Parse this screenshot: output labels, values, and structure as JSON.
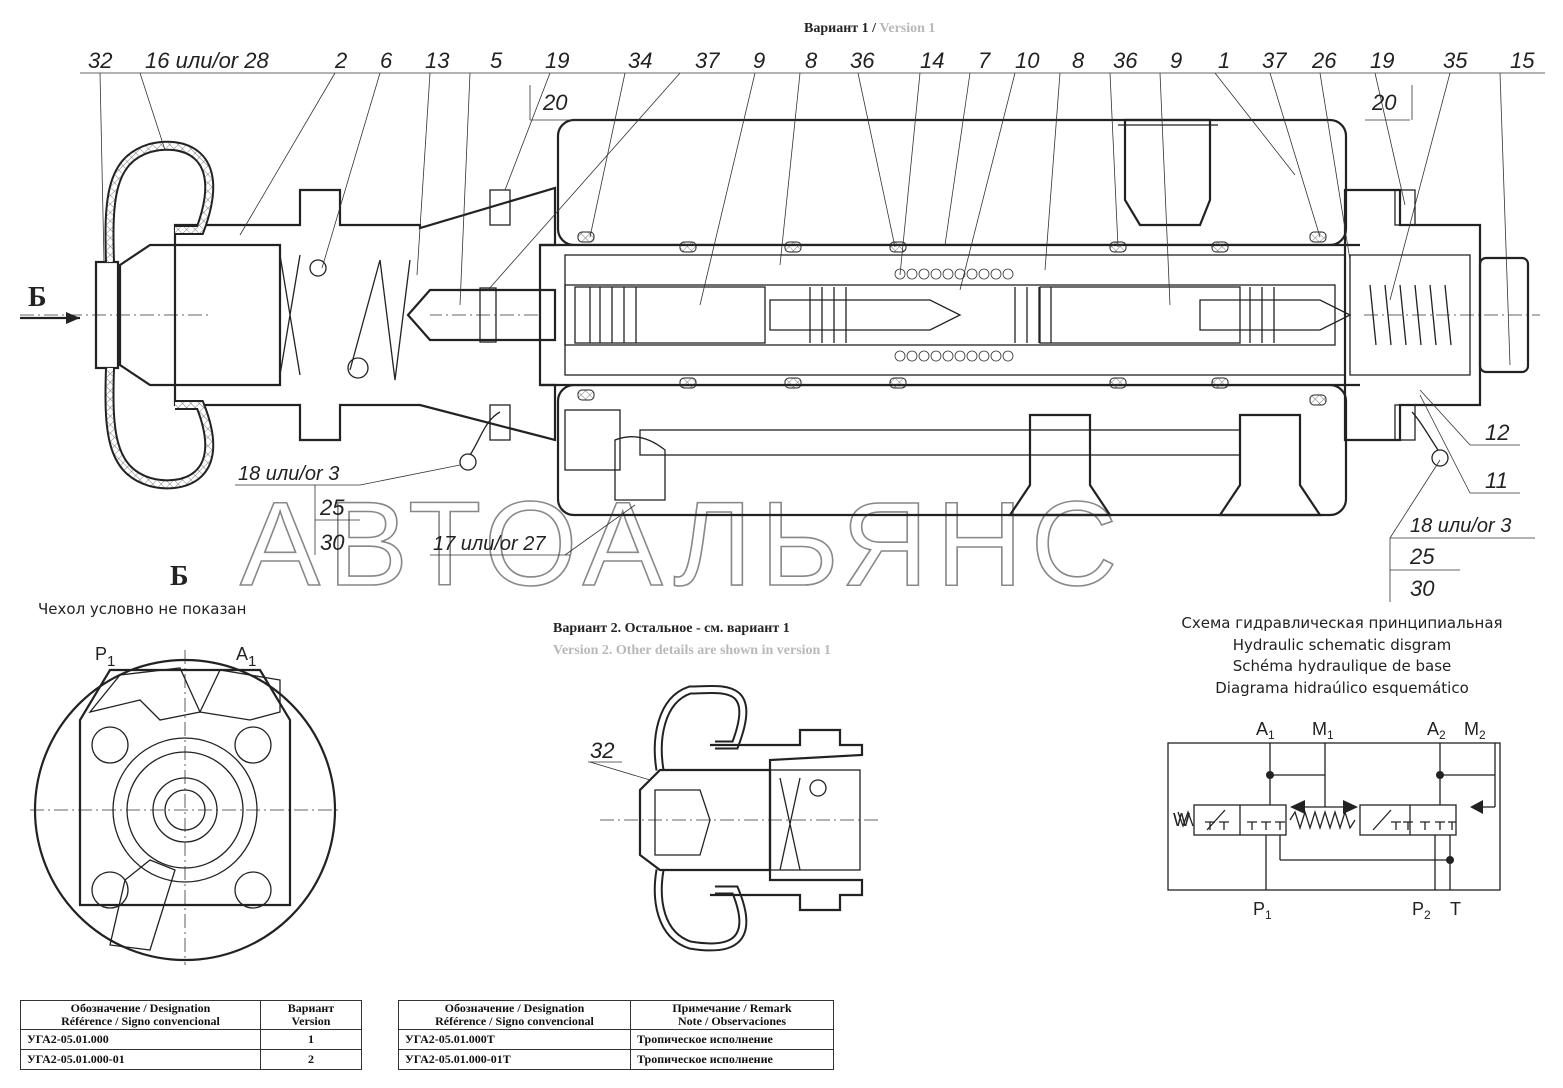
{
  "header": {
    "variant1_ru": "Вариант 1 / ",
    "variant1_en": "Version 1"
  },
  "callouts_top": [
    "32",
    "16 или/or 28",
    "2",
    "6",
    "13",
    "5",
    "19",
    "34",
    "37",
    "9",
    "8",
    "36",
    "14",
    "7",
    "10",
    "8",
    "36",
    "9",
    "1",
    "37",
    "26",
    "19",
    "35",
    "15"
  ],
  "callouts_stack_left": "20",
  "callouts_stack_right": "20",
  "callouts_lower_left": {
    "a": "18 или/or 3",
    "b": "25",
    "c": "30",
    "d": "17 или/or 27"
  },
  "callouts_lower_right": {
    "a": "12",
    "b": "11",
    "c": "18 или/or 3",
    "d": "25",
    "e": "30"
  },
  "view_arrow_label": "Б",
  "view_b": {
    "title": "Б",
    "note": "Чехол условно не показан",
    "port_p": "P",
    "port_p_sub": "1",
    "port_a": "A",
    "port_a_sub": "1"
  },
  "variant2": {
    "title_ru": "Вариант 2. Остальное - см. вариант 1",
    "title_en": "Version 2. Other details are shown in version 1",
    "callout": "32"
  },
  "schematic": {
    "title_ru": "Схема гидравлическая принципиальная",
    "title_en": "Hydraulic schematic disgram",
    "title_fr": "Schéma hydraulique de base",
    "title_es": "Diagrama hidraúlico esquemático",
    "ports": {
      "a1": "A",
      "a1_sub": "1",
      "m1": "M",
      "m1_sub": "1",
      "a2": "A",
      "a2_sub": "2",
      "m2": "M",
      "m2_sub": "2",
      "p1": "P",
      "p1_sub": "1",
      "p2": "P",
      "p2_sub": "2",
      "t": "T",
      "w": "W"
    }
  },
  "watermark": "АВТОАЛЬЯНС",
  "table1": {
    "head_designation": "Обозначение / Designation",
    "head_designation2": "Référence / Signo convencional",
    "head_variant": "Вариант",
    "head_variant2": "Version",
    "rows": [
      {
        "code": "УГА2-05.01.000",
        "variant": "1"
      },
      {
        "code": "УГА2-05.01.000-01",
        "variant": "2"
      }
    ]
  },
  "table2": {
    "head_designation": "Обозначение / Designation",
    "head_designation2": "Référence / Signo convencional",
    "head_remark": "Примечание / Remark",
    "head_remark2": "Note / Observaciones",
    "rows": [
      {
        "code": "УГА2-05.01.000Т",
        "remark": "Тропическое исполнение"
      },
      {
        "code": "УГА2-05.01.000-01Т",
        "remark": "Тропическое исполнение"
      }
    ]
  }
}
